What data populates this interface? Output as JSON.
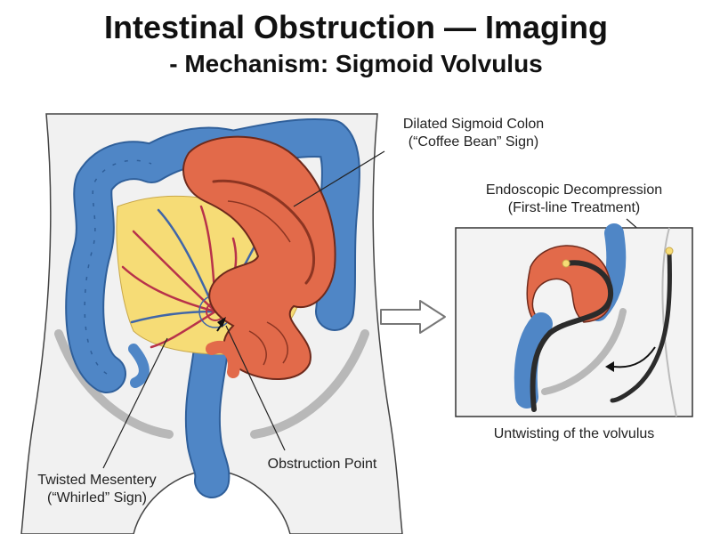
{
  "header": {
    "title": "Intestinal Obstruction — Imaging",
    "subtitle": "- Mechanism: Sigmoid Volvulus"
  },
  "labels": {
    "dilated_colon_line1": "Dilated Sigmoid Colon",
    "dilated_colon_line2": "(“Coffee Bean” Sign)",
    "endoscopic_line1": "Endoscopic Decompression",
    "endoscopic_line2": "(First-line Treatment)",
    "untwisting": "Untwisting of the volvulus",
    "mesentery_line1": "Twisted Mesentery",
    "mesentery_line2": "(“Whirled” Sign)",
    "obstruction_point": "Obstruction Point"
  },
  "colors": {
    "colon_blue": "#4f86c6",
    "sigmoid_red": "#e26a4a",
    "mesentery_yellow": "#f6dc76",
    "vessel_red": "#b8324a",
    "vessel_blue": "#4066a8",
    "body_fill": "#f1f1f1",
    "outline": "#333333"
  }
}
